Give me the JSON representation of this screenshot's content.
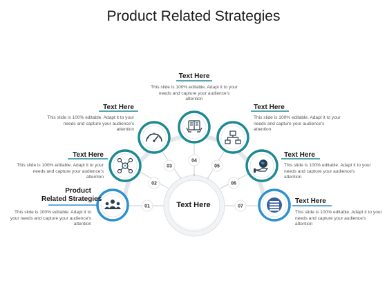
{
  "title": "Product Related Strategies",
  "center": {
    "label": "Text Here"
  },
  "colors": {
    "teal": "#1d8a93",
    "blue": "#2f8fd0",
    "ring": "#d8dde2",
    "dot": "#9aa2ac"
  },
  "items": [
    {
      "number": "01",
      "icon": "user-group-icon",
      "heading": "Product Related Strategies",
      "heading_lines": [
        "Product",
        "Related Strategies"
      ],
      "text": "This slide is 100% editable. Adapt it to your needs and capture your audience's attention"
    },
    {
      "number": "02",
      "icon": "gear-network-icon",
      "heading": "Text Here",
      "text": "This slide is 100% editable. Adapt it to your needs and capture your audience's attention"
    },
    {
      "number": "03",
      "icon": "speedometer-icon",
      "heading": "Text Here",
      "text": "This slide is 100% editable. Adapt it to your needs and capture your audience's attention"
    },
    {
      "number": "04",
      "icon": "book-hands-icon",
      "heading": "Text Here",
      "text": "This slide is 100% editable. Adapt it to your needs and capture your audience's attention"
    },
    {
      "number": "05",
      "icon": "hierarchy-icon",
      "heading": "Text Here",
      "text": "This slide is 100% editable. Adapt it to your needs and capture your audience's attention"
    },
    {
      "number": "06",
      "icon": "globe-hand-icon",
      "heading": "Text Here",
      "text": "This slide is 100% editable. Adapt it to your needs and capture your audience's attention"
    },
    {
      "number": "07",
      "icon": "server-icon",
      "heading": "Text Here",
      "text": "This slide is 100% editable. Adapt it to your needs and capture your audience's attention"
    }
  ]
}
